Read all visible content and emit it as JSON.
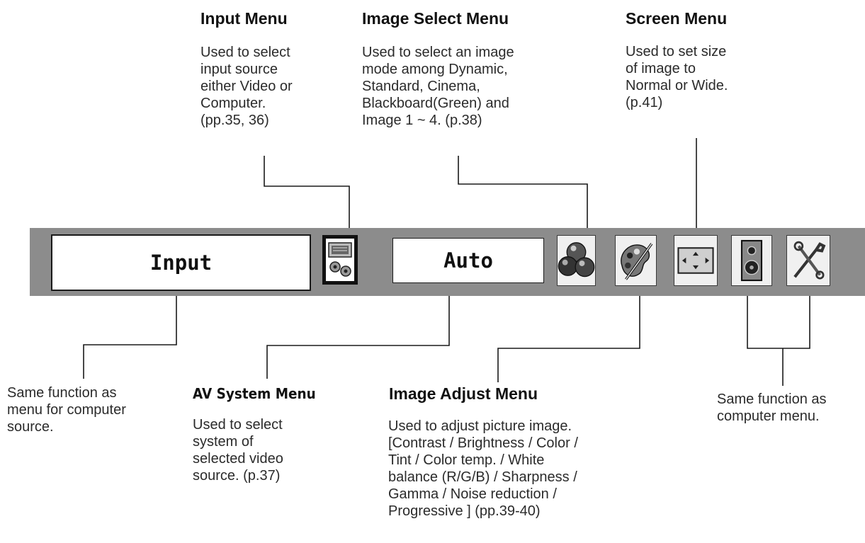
{
  "menu_bar": {
    "input_box": "Input",
    "system_box": "Auto",
    "icons": {
      "input_menu": "monitor-connector-icon",
      "image_select": "balls-icon",
      "image_adjust": "paint-palette-icon",
      "screen": "screen-size-icon",
      "sound": "speaker-icon",
      "setting": "wrench-screwdriver-icon"
    }
  },
  "callouts": {
    "input_menu": {
      "title": "Input Menu",
      "lines": [
        "Used to select",
        "input source",
        "either Video or",
        "Computer.",
        "(pp.35, 36)"
      ]
    },
    "image_select": {
      "title": "Image Select Menu",
      "lines": [
        "Used to select an image",
        "mode among Dynamic,",
        "Standard, Cinema,",
        "Blackboard(Green) and",
        "Image 1 ~ 4.  (p.38)"
      ]
    },
    "screen": {
      "title": "Screen Menu",
      "lines": [
        "Used to set size",
        "of image to",
        "Normal or Wide.",
        "(p.41)"
      ]
    },
    "input_box": {
      "lines": [
        "Same function as",
        "menu for computer",
        "source."
      ]
    },
    "av_system": {
      "title": "AV System Menu",
      "lines": [
        "Used to select",
        "system of",
        "selected video",
        "source.  (p.37)"
      ]
    },
    "image_adjust": {
      "title": "Image Adjust Menu",
      "lines": [
        "Used to adjust picture image.",
        "[Contrast / Brightness / Color /",
        "Tint / Color temp. / White",
        "balance (R/G/B) / Sharpness /",
        "Gamma / Noise reduction /",
        "Progressive ]  (pp.39-40)"
      ]
    },
    "sound_setting": {
      "lines": [
        "Same function as",
        "computer menu."
      ]
    }
  }
}
